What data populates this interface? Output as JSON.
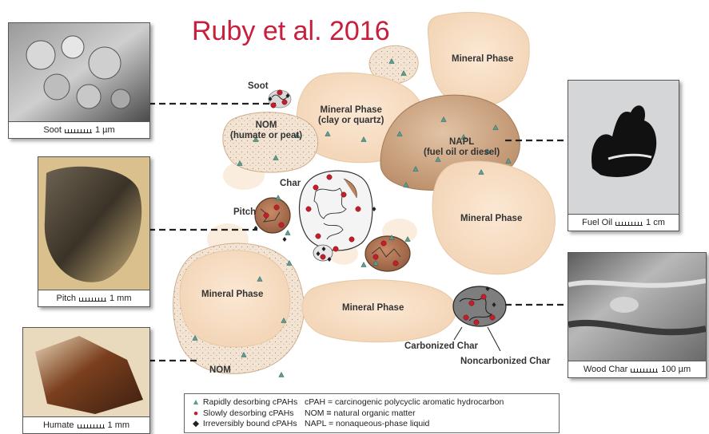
{
  "title": "Ruby et al. 2016",
  "labels": {
    "mineral_phase": "Mineral Phase",
    "mineral_phase_clay": "Mineral Phase",
    "clay_or_quartz": "(clay or quartz)",
    "nom_main": "NOM",
    "humate_or_peat": "(humate or peat)",
    "napl": "NAPL",
    "fuel_oil_or_diesel": "(fuel oil or diesel)",
    "soot": "Soot",
    "char": "Char",
    "pitch": "Pitch",
    "nom_bottom": "NOM",
    "carbonized_char": "Carbonized Char",
    "noncarbonized_char": "Noncarbonized Char"
  },
  "photos": {
    "soot": {
      "name": "Soot",
      "scale": "1 µm"
    },
    "pitch": {
      "name": "Pitch",
      "scale": "1 mm"
    },
    "humate": {
      "name": "Humate",
      "scale": "1 mm"
    },
    "fuel_oil": {
      "name": "Fuel Oil",
      "scale": "1 cm"
    },
    "wood_char": {
      "name": "Wood Char",
      "scale": "100 µm"
    }
  },
  "legend": {
    "rapid": "Rapidly desorbing cPAHs",
    "slow": "Slowly desorbing cPAHs",
    "irreversible": "Irreversibly bound cPAHs",
    "cpah": "cPAH = carcinogenic polycyclic aromatic hydrocarbon",
    "nom_prefix": "NOM ",
    "nom_eq": "=",
    "nom_def": " natural organic matter",
    "napl": "NAPL = nonaqueous-phase liquid"
  },
  "colors": {
    "title": "#c8203c",
    "mineral": "#f8e0c6",
    "nom": "#f3e3d2",
    "napl": "#c79c77",
    "rapid_marker": "#5a9e92",
    "slow_marker": "#c41e2a",
    "irreversible_marker": "#222222"
  },
  "icons": {
    "rapid": "triangle-icon",
    "slow": "circle-icon",
    "irreversible": "diamond-icon"
  }
}
